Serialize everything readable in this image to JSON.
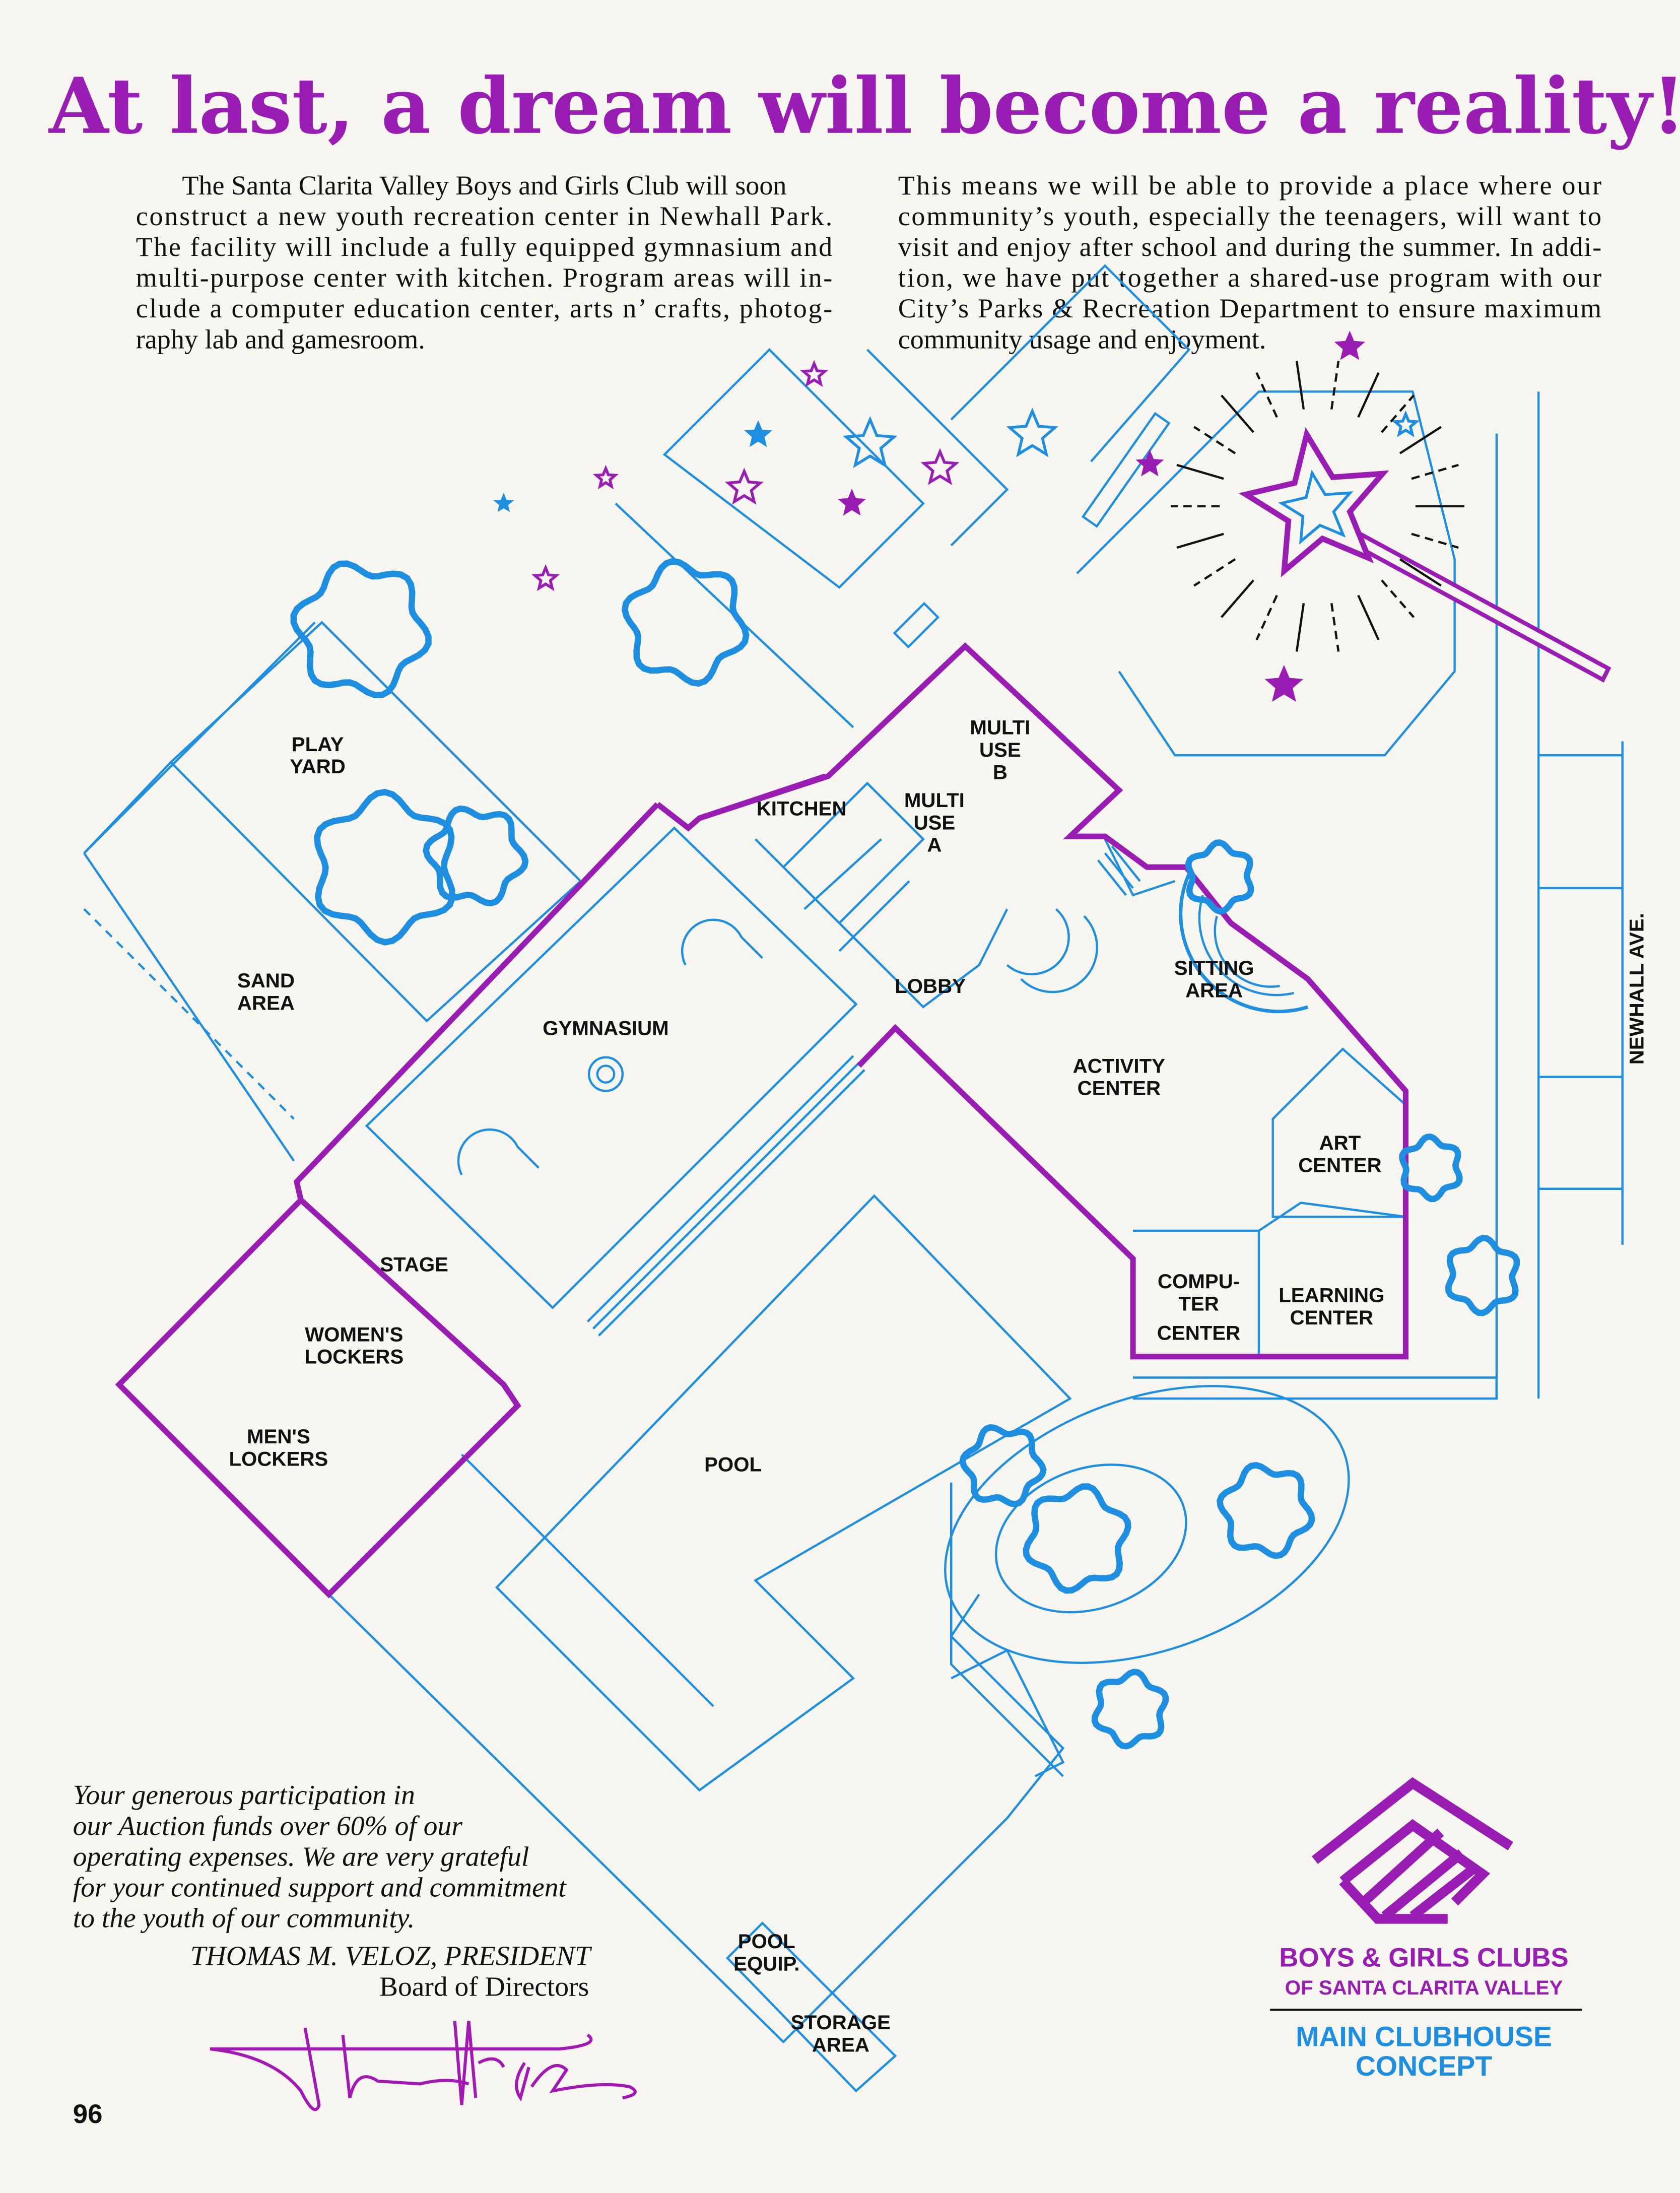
{
  "headline": "At last, a dream will become a reality!",
  "left_paragraph": [
    "The Santa Clarita Valley Boys and Girls Club will soon",
    "construct a new youth recreation center in Newhall Park.",
    "The facility will include a fully equipped gymnasium and",
    "multi-purpose center with kitchen. Program areas will in-",
    "clude a computer education center, arts n’ crafts, photog-",
    "raphy lab and gamesroom."
  ],
  "right_paragraph": [
    "This means we will be able to provide a place where our",
    "community’s youth, especially the teenagers, will want to",
    "visit and enjoy after school and during the summer. In addi-",
    "tion, we have put together a shared-use program with our",
    "City’s Parks & Recreation Department to ensure maximum",
    "community usage and enjoyment."
  ],
  "plan_labels": {
    "play_yard": [
      "PLAY",
      "YARD"
    ],
    "sand_area": [
      "SAND",
      "AREA"
    ],
    "gymnasium": [
      "GYMNASIUM"
    ],
    "kitchen": [
      "KITCHEN"
    ],
    "multi_use_b": [
      "MULTI",
      "USE",
      "B"
    ],
    "multi_use_a": [
      "MULTI",
      "USE",
      "A"
    ],
    "lobby": [
      "LOBBY"
    ],
    "sitting_area": [
      "SITTING",
      "AREA"
    ],
    "activity_center": [
      "ACTIVITY",
      "CENTER"
    ],
    "art_center": [
      "ART",
      "CENTER"
    ],
    "computer_center": [
      "COMPU-",
      "TER",
      "CENTER"
    ],
    "learning_center": [
      "LEARNING",
      "CENTER"
    ],
    "stage": [
      "STAGE"
    ],
    "womens_lockers": [
      "WOMEN'S",
      "LOCKERS"
    ],
    "mens_lockers": [
      "MEN'S",
      "LOCKERS"
    ],
    "pool": [
      "POOL"
    ],
    "pool_equip": [
      "POOL",
      "EQUIP."
    ],
    "storage_area": [
      "STORAGE",
      "AREA"
    ],
    "street": "NEWHALL AVE."
  },
  "closing_note": [
    "Your generous participation in",
    "our Auction funds over 60% of our",
    "operating expenses. We are very grateful",
    "for your continued support and commitment",
    "to the youth of our community."
  ],
  "signatory": {
    "name": "THOMAS M. VELOZ, PRESIDENT",
    "role": "Board of Directors"
  },
  "logo": {
    "org": "BOYS & GIRLS CLUBS",
    "sub": "OF SANTA CLARITA VALLEY",
    "caption_1": "MAIN CLUBHOUSE",
    "caption_2": "CONCEPT"
  },
  "page_number": "96",
  "colors": {
    "purple": "#9a1db3",
    "blue": "#1e8fe0",
    "paper": "#f7f6f0"
  }
}
